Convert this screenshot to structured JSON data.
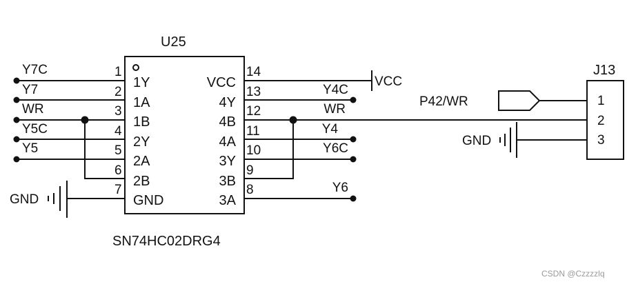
{
  "chip": {
    "ref": "U25",
    "part": "SN74HC02DRG4",
    "left_pins": [
      {
        "num": "1",
        "name": "1Y"
      },
      {
        "num": "2",
        "name": "1A"
      },
      {
        "num": "3",
        "name": "1B"
      },
      {
        "num": "4",
        "name": "2Y"
      },
      {
        "num": "5",
        "name": "2A"
      },
      {
        "num": "6",
        "name": "2B"
      },
      {
        "num": "7",
        "name": "GND"
      }
    ],
    "right_pins": [
      {
        "num": "14",
        "name": "VCC"
      },
      {
        "num": "13",
        "name": "4Y"
      },
      {
        "num": "12",
        "name": "4B"
      },
      {
        "num": "11",
        "name": "4A"
      },
      {
        "num": "10",
        "name": "3Y"
      },
      {
        "num": "9",
        "name": "3B"
      },
      {
        "num": "8",
        "name": "3A"
      }
    ]
  },
  "left_nets": [
    "Y7C",
    "Y7",
    "WR",
    "Y5C",
    "Y5"
  ],
  "right_nets": [
    "Y4C",
    "WR",
    "Y4",
    "Y6C",
    "Y6"
  ],
  "power": {
    "vcc": "VCC",
    "gnd_chip": "GND",
    "gnd_conn": "GND"
  },
  "connector": {
    "ref": "J13",
    "pins": [
      "1",
      "2",
      "3"
    ],
    "port": "P42/WR"
  },
  "watermark": "CSDN @Czzzzlq"
}
